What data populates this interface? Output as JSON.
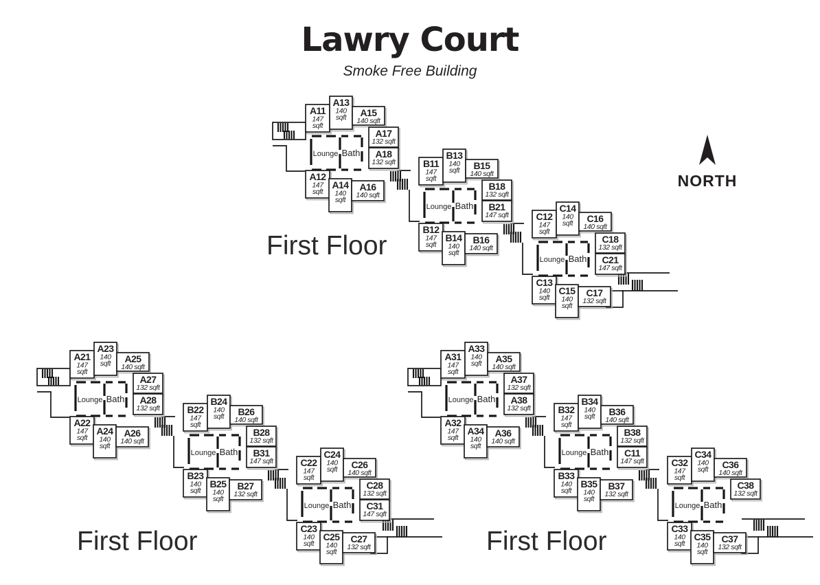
{
  "title": "Lawry Court",
  "subtitle": "Smoke Free Building",
  "compass": {
    "label": "NORTH"
  },
  "room_area_unit": "sqft",
  "common_rooms": {
    "lounge": "Lounge",
    "bath": "Bath"
  },
  "floor_plans": [
    {
      "id": "plan-top",
      "label": "First Floor",
      "clusters": [
        {
          "name": "A1",
          "rooms": {
            "tl": {
              "label": "A11",
              "sqft": 147
            },
            "tm": {
              "label": "A13",
              "sqft": 140
            },
            "tr": {
              "label": "A15",
              "sqft": 140
            },
            "r1": {
              "label": "A17",
              "sqft": 132
            },
            "r2": {
              "label": "A18",
              "sqft": 132
            },
            "bl": {
              "label": "A12",
              "sqft": 147
            },
            "bm": {
              "label": "A14",
              "sqft": 140
            },
            "br": {
              "label": "A16",
              "sqft": 140
            }
          }
        },
        {
          "name": "B1",
          "rooms": {
            "tl": {
              "label": "B11",
              "sqft": 147
            },
            "tm": {
              "label": "B13",
              "sqft": 140
            },
            "tr": {
              "label": "B15",
              "sqft": 140
            },
            "r1": {
              "label": "B18",
              "sqft": 132
            },
            "r2": {
              "label": "B21",
              "sqft": 147
            },
            "bl": {
              "label": "B12",
              "sqft": 147
            },
            "bm": {
              "label": "B14",
              "sqft": 140
            },
            "br": {
              "label": "B16",
              "sqft": 140
            }
          }
        },
        {
          "name": "C1",
          "rooms": {
            "tl": {
              "label": "C12",
              "sqft": 147
            },
            "tm": {
              "label": "C14",
              "sqft": 140
            },
            "tr": {
              "label": "C16",
              "sqft": 140
            },
            "r1": {
              "label": "C18",
              "sqft": 132
            },
            "r2": {
              "label": "C21",
              "sqft": 147
            },
            "bl": {
              "label": "C13",
              "sqft": 140
            },
            "bm": {
              "label": "C15",
              "sqft": 140
            },
            "br": {
              "label": "C17",
              "sqft": 132
            }
          }
        }
      ]
    },
    {
      "id": "plan-bottom-left",
      "label": "First Floor",
      "clusters": [
        {
          "name": "A2",
          "rooms": {
            "tl": {
              "label": "A21",
              "sqft": 147
            },
            "tm": {
              "label": "A23",
              "sqft": 140
            },
            "tr": {
              "label": "A25",
              "sqft": 140
            },
            "r1": {
              "label": "A27",
              "sqft": 132
            },
            "r2": {
              "label": "A28",
              "sqft": 132
            },
            "bl": {
              "label": "A22",
              "sqft": 147
            },
            "bm": {
              "label": "A24",
              "sqft": 140
            },
            "br": {
              "label": "A26",
              "sqft": 140
            }
          }
        },
        {
          "name": "B2",
          "rooms": {
            "tl": {
              "label": "B22",
              "sqft": 147
            },
            "tm": {
              "label": "B24",
              "sqft": 140
            },
            "tr": {
              "label": "B26",
              "sqft": 140
            },
            "r1": {
              "label": "B28",
              "sqft": 132
            },
            "r2": {
              "label": "B31",
              "sqft": 147
            },
            "bl": {
              "label": "B23",
              "sqft": 140
            },
            "bm": {
              "label": "B25",
              "sqft": 140
            },
            "br": {
              "label": "B27",
              "sqft": 132
            }
          }
        },
        {
          "name": "C2",
          "rooms": {
            "tl": {
              "label": "C22",
              "sqft": 147
            },
            "tm": {
              "label": "C24",
              "sqft": 140
            },
            "tr": {
              "label": "C26",
              "sqft": 140
            },
            "r1": {
              "label": "C28",
              "sqft": 132
            },
            "r2": {
              "label": "C31",
              "sqft": 147
            },
            "bl": {
              "label": "C23",
              "sqft": 140
            },
            "bm": {
              "label": "C25",
              "sqft": 140
            },
            "br": {
              "label": "C27",
              "sqft": 132
            }
          }
        }
      ]
    },
    {
      "id": "plan-bottom-right",
      "label": "First Floor",
      "clusters": [
        {
          "name": "A3",
          "rooms": {
            "tl": {
              "label": "A31",
              "sqft": 147
            },
            "tm": {
              "label": "A33",
              "sqft": 140
            },
            "tr": {
              "label": "A35",
              "sqft": 140
            },
            "r1": {
              "label": "A37",
              "sqft": 132
            },
            "r2": {
              "label": "A38",
              "sqft": 132
            },
            "bl": {
              "label": "A32",
              "sqft": 147
            },
            "bm": {
              "label": "A34",
              "sqft": 140
            },
            "br": {
              "label": "A36",
              "sqft": 140
            }
          }
        },
        {
          "name": "B3",
          "rooms": {
            "tl": {
              "label": "B32",
              "sqft": 147
            },
            "tm": {
              "label": "B34",
              "sqft": 140
            },
            "tr": {
              "label": "B36",
              "sqft": 140
            },
            "r1": {
              "label": "B38",
              "sqft": 132
            },
            "r2": {
              "label": "C11",
              "sqft": 147
            },
            "bl": {
              "label": "B33",
              "sqft": 140
            },
            "bm": {
              "label": "B35",
              "sqft": 140
            },
            "br": {
              "label": "B37",
              "sqft": 132
            }
          }
        },
        {
          "name": "C3",
          "rooms": {
            "tl": {
              "label": "C32",
              "sqft": 147
            },
            "tm": {
              "label": "C34",
              "sqft": 140
            },
            "tr": {
              "label": "C36",
              "sqft": 140
            },
            "r1": {
              "label": "C38",
              "sqft": 132
            },
            "bl": {
              "label": "C33",
              "sqft": 140
            },
            "bm": {
              "label": "C35",
              "sqft": 140
            },
            "br": {
              "label": "C37",
              "sqft": 132
            }
          }
        }
      ]
    }
  ]
}
